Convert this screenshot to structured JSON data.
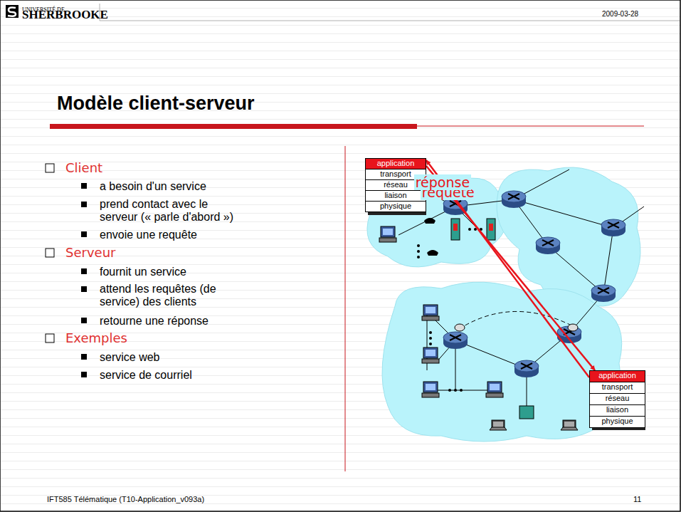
{
  "diagram": {
    "title": "Modèle client-serveur",
    "nodes": [
      {
        "text": [
          "application"
        ]
      },
      {
        "text": [
          "transport"
        ]
      },
      {
        "text": [
          "réseau"
        ]
      },
      {
        "text": [
          "liaison"
        ]
      },
      {
        "text": [
          "physique"
        ]
      },
      {
        "text": [
          "application"
        ]
      },
      {
        "text": [
          "transport"
        ]
      },
      {
        "text": [
          "réseau"
        ]
      },
      {
        "text": [
          "liaison"
        ]
      },
      {
        "text": [
          "physique"
        ]
      }
    ],
    "edges": [
      {
        "from": 0,
        "to": 5,
        "label": "requête",
        "arrow": "to"
      },
      {
        "from": 5,
        "to": 0,
        "label": "réponse",
        "arrow": "to"
      }
    ],
    "labels": [
      "UNIVERSITÉ DE",
      "SHERBROOKE",
      "2009-03-28",
      "Client",
      "a besoin d'un service",
      "prend contact avec le serveur (« parle d'abord »)",
      "envoie une requête",
      "Serveur",
      "fournit un service",
      "attend les requêtes (de service) des clients",
      "retourne une réponse",
      "Exemples",
      "service web",
      "service de courriel",
      "IFT585 Télématique (T10-Application_v093a)",
      "11"
    ]
  }
}
